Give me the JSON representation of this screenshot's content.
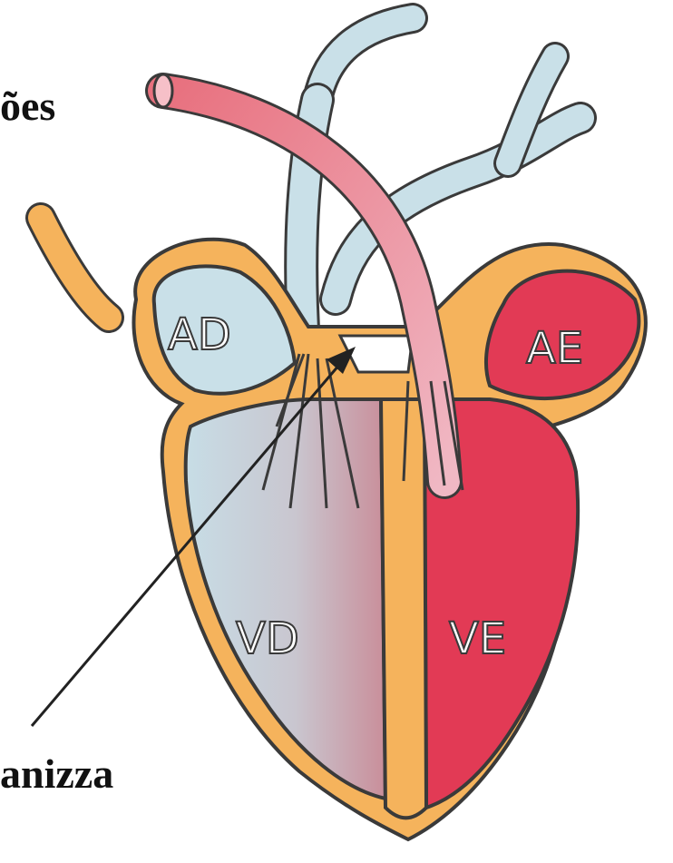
{
  "captions": {
    "top": "ões",
    "bottom": "anizza"
  },
  "chambers": {
    "right_atrium": "AD",
    "left_atrium": "AE",
    "right_ventricle": "VD",
    "left_ventricle": "VE"
  },
  "colors": {
    "wall": "#f5b35c",
    "outline": "#3a3a3a",
    "venous_blood": "#c9e0e8",
    "arterial_blood": "#e23a55",
    "aorta": "#e8868f",
    "label_fill": "#ffffff"
  }
}
